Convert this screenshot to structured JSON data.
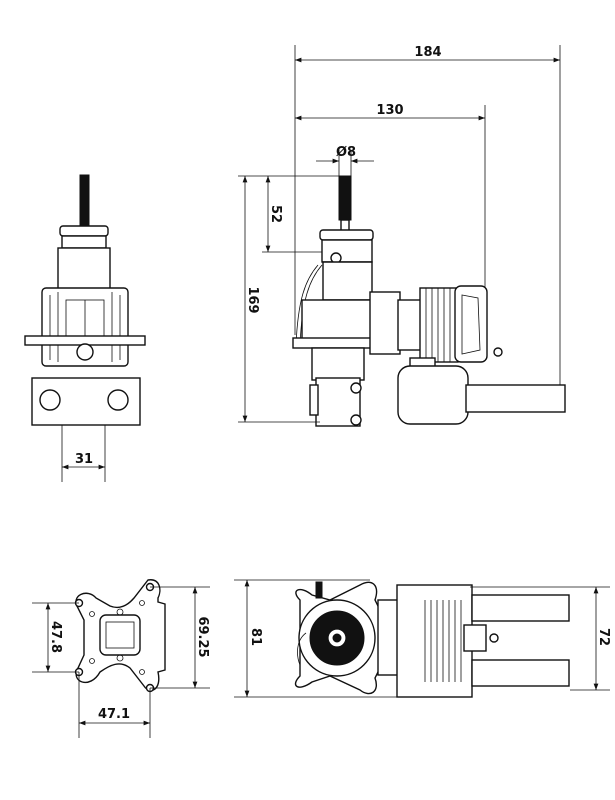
{
  "dimensions": {
    "overall_length": "184",
    "mount_to_cylinder": "130",
    "shaft_diameter": "Ø8",
    "shaft_length": "52",
    "overall_height": "169",
    "front_offset": "31",
    "mount_hole_vertical": "47.8",
    "mount_plate_height": "69.25",
    "mount_hole_horizontal": "47.1",
    "overall_width": "81",
    "muffler_width": "72"
  },
  "colors": {
    "line": "#111111",
    "background": "#ffffff"
  }
}
